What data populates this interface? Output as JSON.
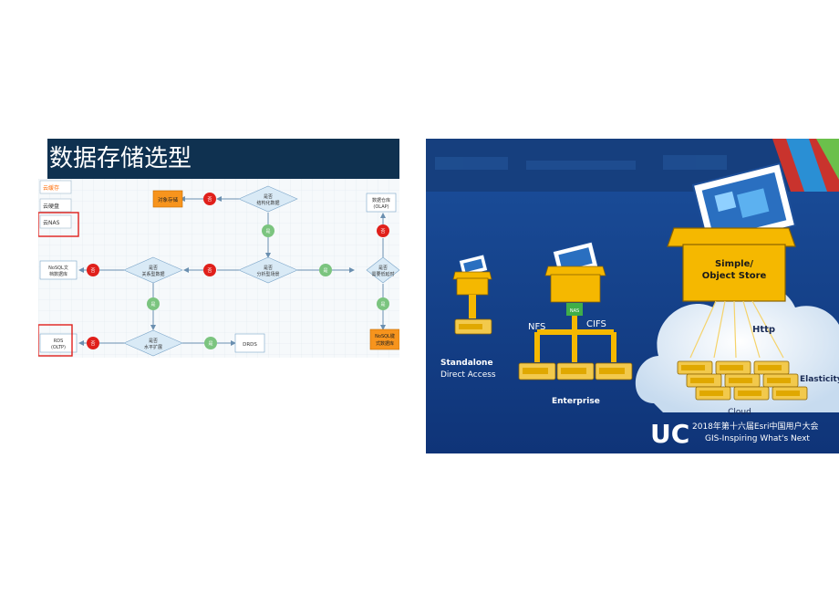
{
  "left": {
    "title": "数据存储选型",
    "storage_list": [
      "云缓存",
      "云硬盘",
      "云NAS"
    ],
    "nodes": {
      "object_storage": "对象存储",
      "q1": [
        "是否",
        "结构化数据"
      ],
      "q2": [
        "是否",
        "分析型场景"
      ],
      "q3": [
        "是否",
        "关系型数据"
      ],
      "q4": [
        "是否",
        "需要低延时"
      ],
      "q5": [
        "是否",
        "水平扩展"
      ],
      "dw": [
        "数据仓库",
        "(OLAP)"
      ],
      "nosql_doc": [
        "NoSQL文",
        "档数据库"
      ],
      "rds": [
        "RDS",
        "(OLTP)"
      ],
      "drds": "DRDS",
      "nosql_kv": [
        "NoSQL键",
        "式数据库"
      ]
    },
    "yes": "是",
    "no": "否"
  },
  "right": {
    "standalone": [
      "Standalone",
      "Direct Access"
    ],
    "nas": "NAS",
    "nfs": "NFS",
    "cifs": "CIFS",
    "enterprise": "Enterprise",
    "simple_object_store": [
      "Simple/",
      "Object Store"
    ],
    "http": "Http",
    "elasticity": "Elasticity",
    "cloud": "Cloud",
    "uc": "UC",
    "conference": "2018年第十六届Esri中国用户大会",
    "slogan": "GIS-Inspiring What's Next"
  },
  "colors": {
    "title_bg": "#0f3150",
    "panel_bg": "#13408a",
    "orange": "#f7941d",
    "red": "#e0201b",
    "green": "#7bc47f",
    "diamond": "#d9eaf6",
    "box_gold": "#f5b800",
    "server_gold": "#f2c94c"
  }
}
